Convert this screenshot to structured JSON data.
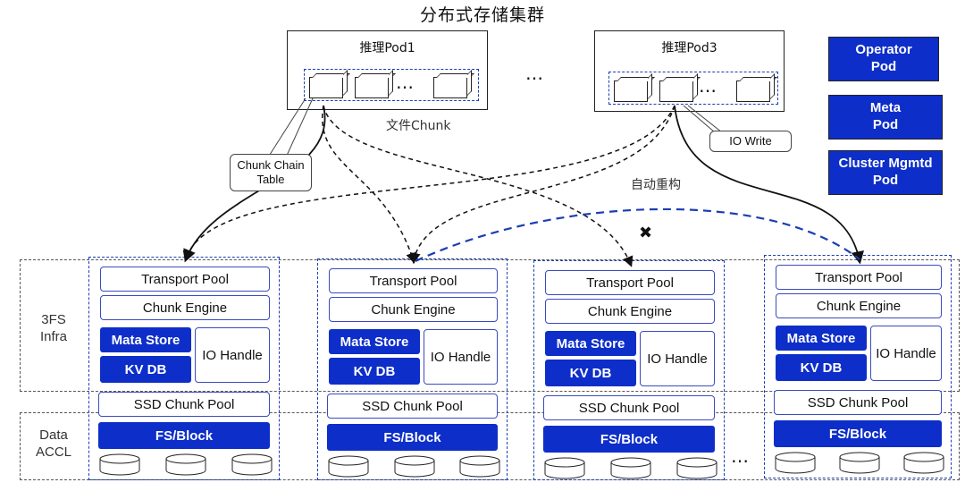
{
  "title": "分布式存储集群",
  "pods": [
    {
      "label": "推理Pod1"
    },
    {
      "label": "推理Pod3"
    }
  ],
  "ellipsis": "…",
  "between_pods_ellipsis": "…",
  "file_chunk_label": "文件Chunk",
  "auto_rebuild_label": "自动重构",
  "chunk_chain_table": "Chunk Chain\nTable",
  "io_write": "IO Write",
  "fail_mark": "✖",
  "side_pods": [
    "Operator\nPod",
    "Meta\nPod",
    "Cluster Mgmtd\nPod"
  ],
  "regions": [
    "3FS\nInfra",
    "Data\nACCL"
  ],
  "nodes_ellipsis": "…",
  "node_labels": {
    "transport": "Transport Pool",
    "engine": "Chunk Engine",
    "meta_store": "Mata Store",
    "kv_db": "KV DB",
    "io_handle": "IO Handle",
    "ssd_pool": "SSD Chunk Pool",
    "fs_block": "FS/Block"
  },
  "colors": {
    "accent": "#0d2ec9",
    "dashed_link": "#1a3fb5",
    "black_link": "#111111"
  }
}
